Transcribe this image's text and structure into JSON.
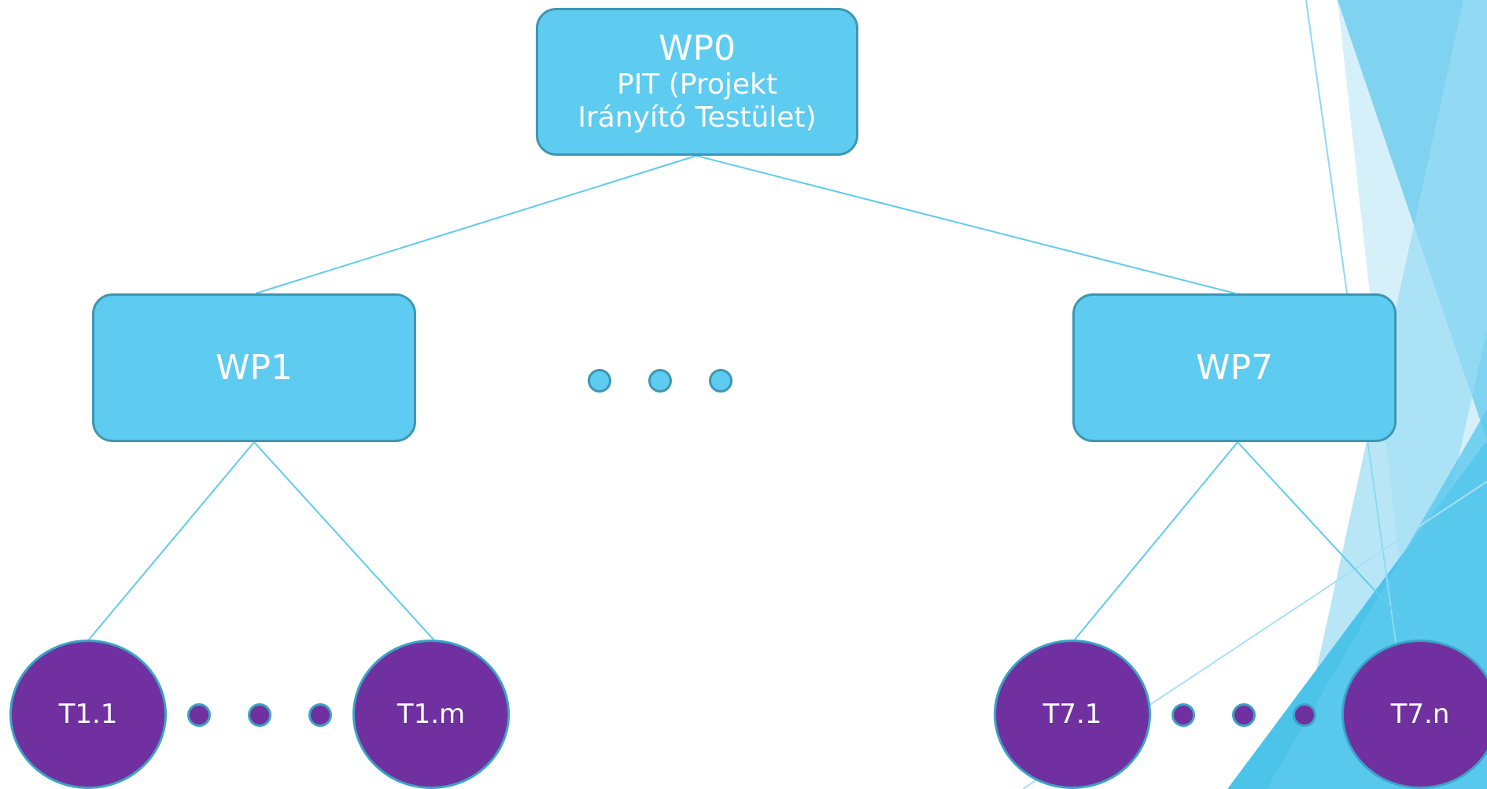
{
  "wp0": {
    "title": "WP0",
    "subtitle_line1": "PIT (Projekt",
    "subtitle_line2": "Irányító Testület)"
  },
  "wp1": {
    "title": "WP1"
  },
  "wp7": {
    "title": "WP7"
  },
  "tasks": {
    "t1_1": "T1.1",
    "t1_m": "T1.m",
    "t7_1": "T7.1",
    "t7_n": "T7.n"
  },
  "colors": {
    "box_fill": "#5ecbf0",
    "box_border": "#3d96b3",
    "task_fill": "#7030a0",
    "connector": "#5ecbf0",
    "decor_light": "#c9ecf8",
    "decor_mid": "#7fd2f0",
    "decor_dark": "#4cc4ea"
  }
}
